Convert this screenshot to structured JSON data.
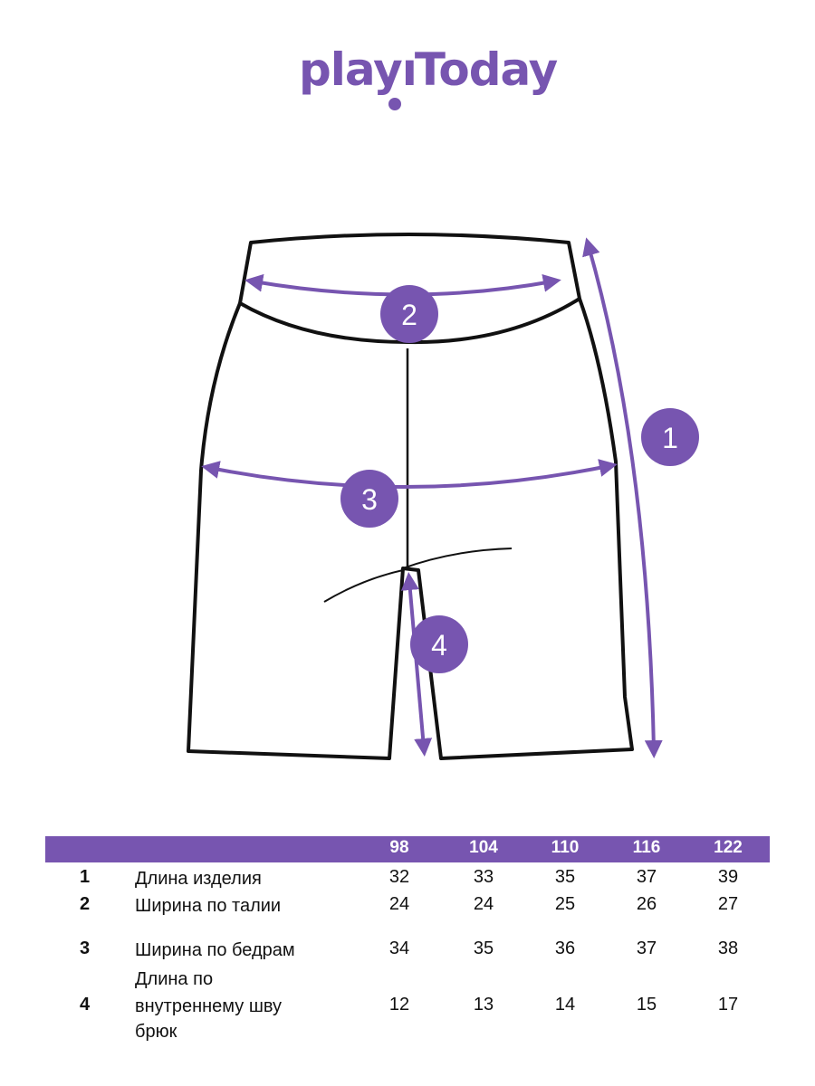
{
  "brand": {
    "logo_text": "playToday",
    "accent": "#7755b0"
  },
  "markers": [
    "1",
    "2",
    "3",
    "4"
  ],
  "table": {
    "sizes": [
      "98",
      "104",
      "110",
      "116",
      "122"
    ],
    "rows": [
      {
        "num": "1",
        "label": "Длина изделия",
        "values": [
          "32",
          "33",
          "35",
          "37",
          "39"
        ]
      },
      {
        "num": "2",
        "label": "Ширина по талии",
        "values": [
          "24",
          "24",
          "25",
          "26",
          "27"
        ]
      },
      {
        "num": "3",
        "label": "Ширина по бедрам",
        "values": [
          "34",
          "35",
          "36",
          "37",
          "38"
        ]
      },
      {
        "num": "4",
        "label_lines": [
          "Длина по",
          "внутреннему шву",
          "брюк"
        ],
        "values": [
          "12",
          "13",
          "14",
          "15",
          "17"
        ]
      }
    ]
  }
}
